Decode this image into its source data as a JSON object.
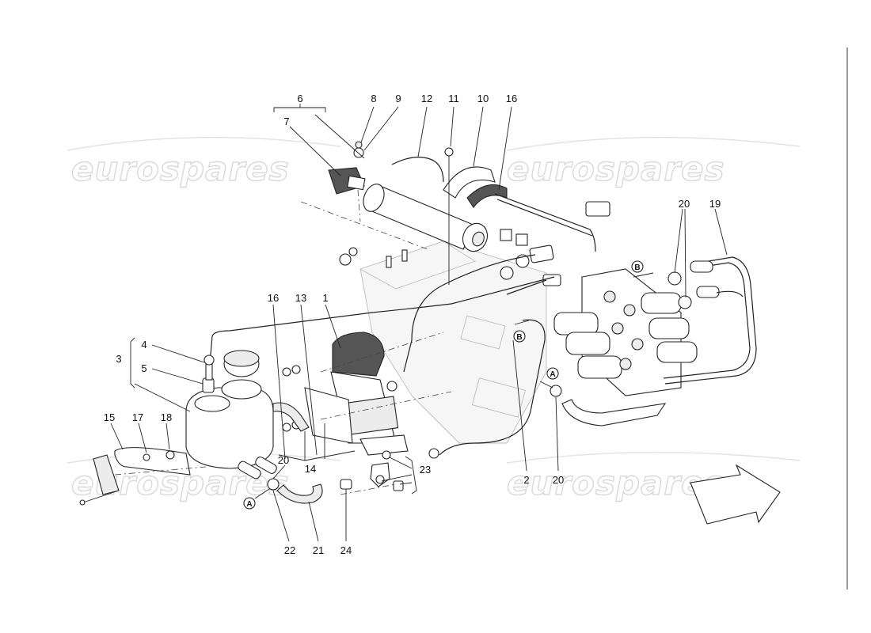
{
  "watermark": {
    "text": "eurospares"
  },
  "labels": {
    "l1": "1",
    "l2": "2",
    "l3": "3",
    "l4": "4",
    "l5": "5",
    "l6": "6",
    "l7": "7",
    "l8": "8",
    "l9": "9",
    "l10": "10",
    "l11": "11",
    "l12": "12",
    "l13": "13",
    "l14": "14",
    "l15": "15",
    "l16a": "16",
    "l16b": "16",
    "l17": "17",
    "l18": "18",
    "l19": "19",
    "l20a": "20",
    "l20b": "20",
    "l20c": "20",
    "l21": "21",
    "l22": "22",
    "l23": "23",
    "l24": "24"
  },
  "refs": {
    "a1": "A",
    "a2": "A",
    "b1": "B",
    "b2": "B"
  }
}
